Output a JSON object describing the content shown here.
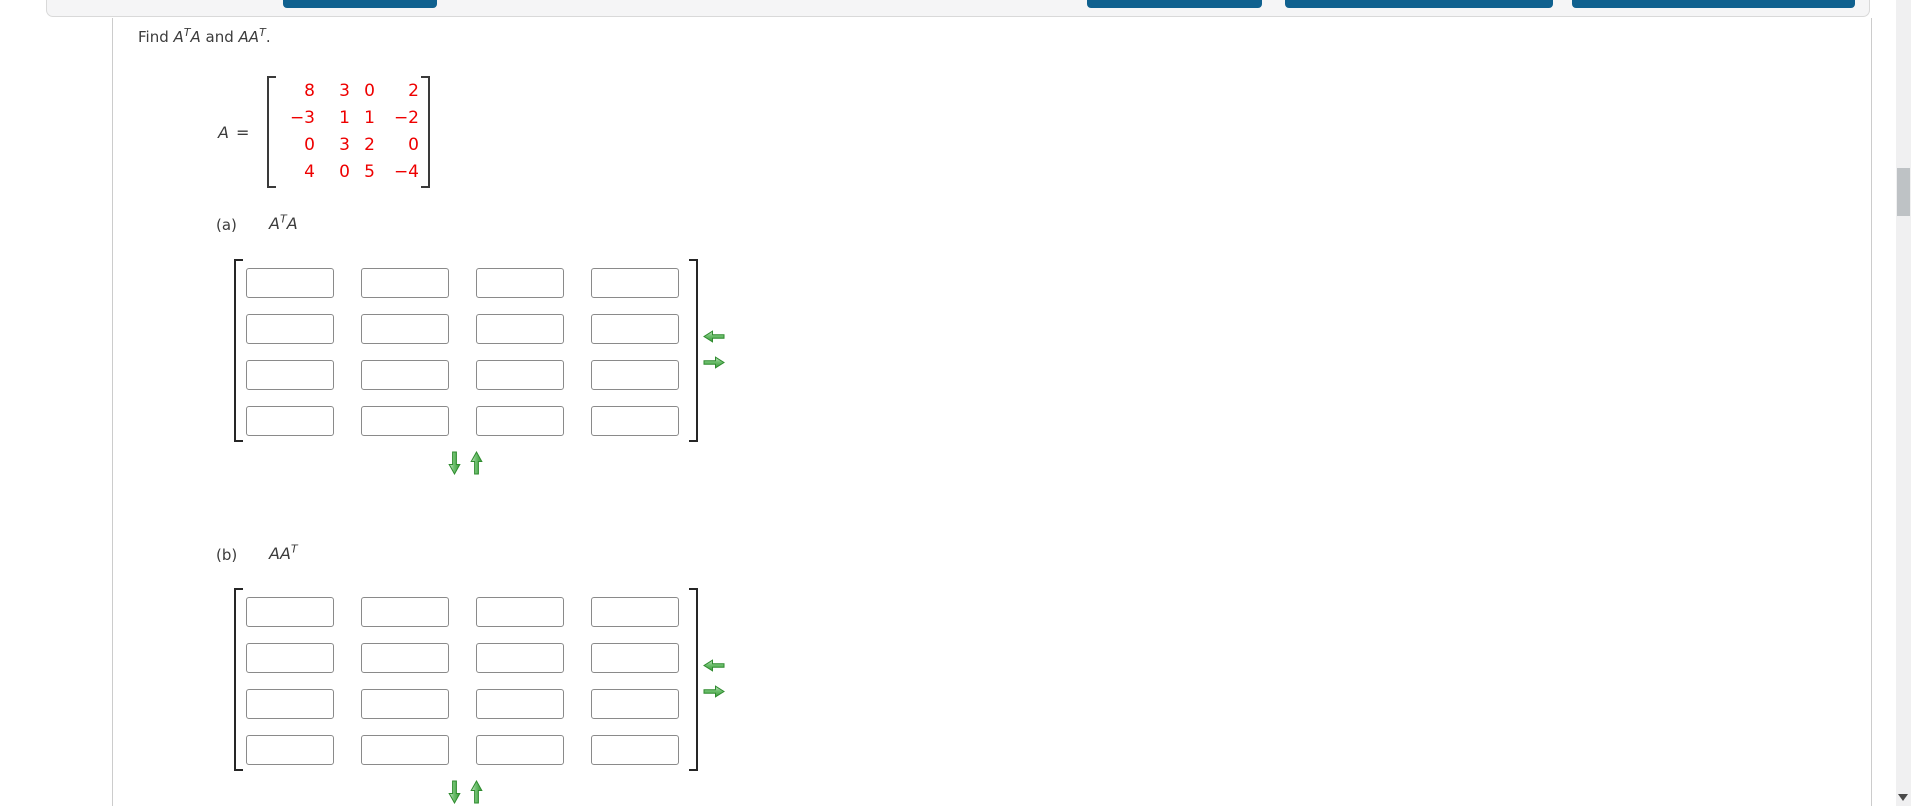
{
  "colors": {
    "accent_blue": "#10618f",
    "matrix_value_red": "#ee0000",
    "arrow_green": "#55ad55",
    "text": "#3c3c3c"
  },
  "toolbar": {
    "buttons": [
      {
        "label": ""
      },
      {
        "label": ""
      },
      {
        "label": ""
      },
      {
        "label": ""
      }
    ]
  },
  "question": {
    "prompt": {
      "pre": "Find ",
      "expr_ata": {
        "base1": "A",
        "sup": "T",
        "base2": "A"
      },
      "mid": " and ",
      "expr_aat": {
        "base": "AA",
        "sup": "T"
      },
      "post": "."
    },
    "matrix_a": {
      "name": "A",
      "equals": "=",
      "rows": [
        [
          "8",
          "3",
          "0",
          "2"
        ],
        [
          "−3",
          "1",
          "1",
          "−2"
        ],
        [
          "0",
          "3",
          "2",
          "0"
        ],
        [
          "4",
          "0",
          "5",
          "−4"
        ]
      ]
    },
    "parts": {
      "a": {
        "label": "(a)",
        "expr": {
          "base1": "A",
          "sup": "T",
          "base2": "A"
        }
      },
      "b": {
        "label": "(b)",
        "expr": {
          "base1": "AA",
          "sup": "T",
          "base2": ""
        }
      }
    },
    "answer_matrix": {
      "rows": 4,
      "cols": 4,
      "cell_value": "",
      "controls": {
        "left_arrow": "decrease-columns",
        "right_arrow": "increase-columns",
        "down_arrow": "increase-rows",
        "up_arrow": "decrease-rows"
      }
    }
  },
  "scrollbar": {
    "down_arrow_icon": "scroll-down"
  }
}
